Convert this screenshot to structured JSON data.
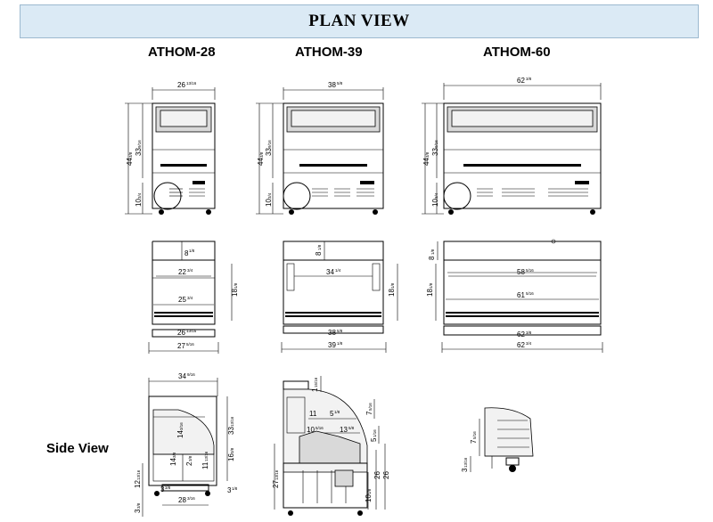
{
  "header": {
    "title": "PLAN VIEW"
  },
  "models": [
    {
      "name": "ATHOM-28"
    },
    {
      "name": "ATHOM-39"
    },
    {
      "name": "ATHOM-60"
    }
  ],
  "side_view_label": "Side View",
  "front_dims": {
    "a28": {
      "width": "26",
      "width_frac": "13/16",
      "height_total": "44",
      "height_total_frac": "3/8",
      "height_upper": "33",
      "height_upper_frac": "9/16",
      "height_base": "10",
      "height_base_frac": "3/4"
    },
    "a39": {
      "width": "38",
      "width_frac": "5/8",
      "height_total": "44",
      "height_total_frac": "3/8",
      "height_upper": "33",
      "height_upper_frac": "9/16",
      "height_base": "10",
      "height_base_frac": "3/4"
    },
    "a60": {
      "width": "62",
      "width_frac": "3/8",
      "height_total": "44",
      "height_total_frac": "3/8",
      "height_upper": "33",
      "height_upper_frac": "9/16",
      "height_base": "10",
      "height_base_frac": "3/4"
    }
  },
  "top_dims": {
    "a28": {
      "depth_top": "8",
      "depth_top_frac": "1/8",
      "inner": "22",
      "inner_frac": "3/4",
      "inner2": "25",
      "inner2_frac": "3/4",
      "depth": "18",
      "depth_frac": "1/8",
      "w1": "26",
      "w1_frac": "13/16",
      "w2": "27",
      "w2_frac": "5/16"
    },
    "a39": {
      "depth_top": "8",
      "depth_top_frac": "1/8",
      "inner": "34",
      "inner_frac": "1/4",
      "depth": "18",
      "depth_frac": "1/8",
      "w1": "38",
      "w1_frac": "5/8",
      "w2": "39",
      "w2_frac": "1/8"
    },
    "a60": {
      "depth_top": "8",
      "depth_top_frac": "1/8",
      "inner": "58",
      "inner_frac": "5/16",
      "inner2": "61",
      "inner2_frac": "5/16",
      "depth": "18",
      "depth_frac": "1/8",
      "w1": "62",
      "w1_frac": "3/8",
      "w2": "62",
      "w2_frac": "3/4"
    }
  },
  "side_dims": {
    "left": {
      "top_w": "34",
      "top_w_frac": "9/16",
      "h1": "33",
      "h1_frac": "13/16",
      "h2": "14",
      "h2_frac": "3/16",
      "h3": "14",
      "h3_frac": "3/8",
      "h4": "2",
      "h4_frac": "3/8",
      "h5": "11",
      "h5_frac": "13/16",
      "h6": "16",
      "h6_frac": "3/8",
      "h7": "12",
      "h7_frac": "13/16",
      "b1": "3",
      "b1_frac": "3/8",
      "b2": "28",
      "b2_frac": "3/16",
      "b3": "3",
      "b3_frac": "1/8",
      "b4": "3",
      "b4_frac": "3/8"
    },
    "mid": {
      "t1": "1",
      "t1_frac": "15/16",
      "t2": "7",
      "t2_frac": "5/16",
      "t3": "11",
      "t4": "5",
      "t4_frac": "1/8",
      "t5": "10",
      "t5_frac": "5/16",
      "t6": "13",
      "t6_frac": "5/8",
      "t7": "5",
      "t7_frac": "1/16",
      "t8": "27",
      "t8_frac": "13/16",
      "t9": "26",
      "t10": "26",
      "t11": "10",
      "t11_frac": "1/8"
    },
    "right": {
      "a": "7",
      "a_frac": "5/16",
      "b": "3",
      "b_frac": "13/16"
    }
  }
}
